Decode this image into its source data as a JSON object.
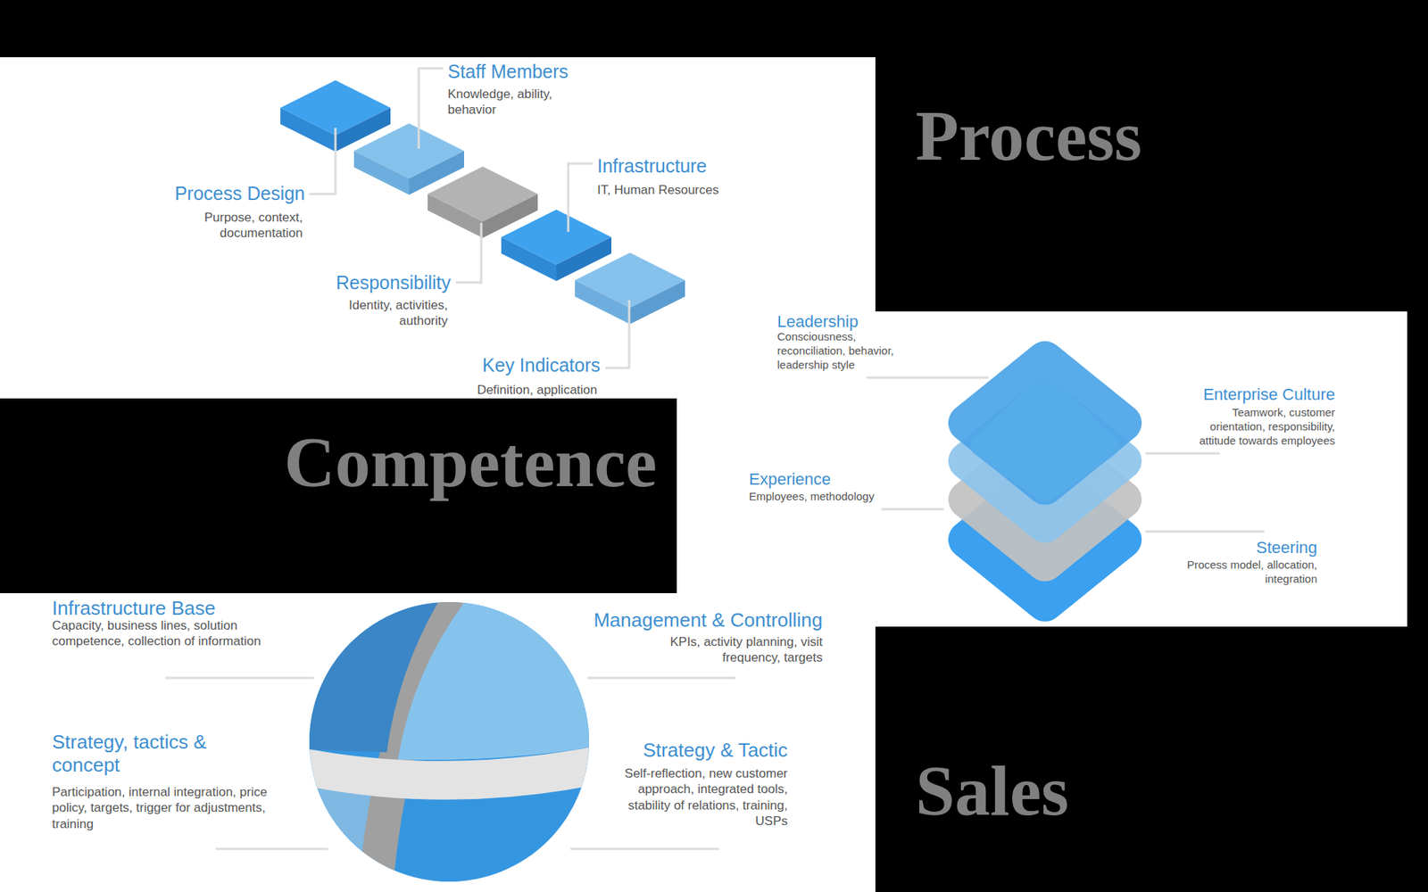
{
  "diagram": {
    "labels": [
      "Staff Members",
      "Knowledge, ability, behavior",
      "Process Design",
      "Purpose, context, documentation",
      "Infrastructure",
      "IT, Human Resources",
      "Responsibility",
      "Identity, activities, authority",
      "Key Indicators",
      "Definition, application",
      "Process",
      "Leadership",
      "Consciousness, reconciliation, behavior, leadership style",
      "Enterprise Culture",
      "Teamwork, customer orientation, responsibility, attitude towards employees",
      "Competence",
      "Experience",
      "Employees, methodology",
      "Steering",
      "Process model, allocation, integration",
      "Infrastructure Base",
      "Capacity, business lines, solution competence, collection of information",
      "Management & Controlling",
      "KPIs, activity planning, visit frequency, targets",
      "Strategy, tactics & concept",
      "Participation, internal integration, price policy, targets, trigger for adjustments, training",
      "Strategy & Tactic",
      "Self-reflection, new customer approach, integrated tools, stability of relations, training, USPs",
      "Sales"
    ]
  }
}
